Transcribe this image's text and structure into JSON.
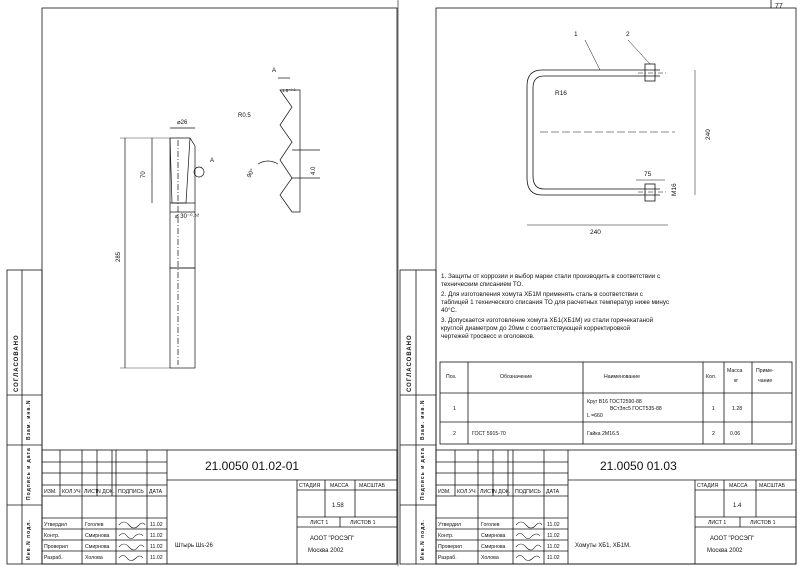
{
  "page_number": "77",
  "left_sheet": {
    "part_number": "21.0050  01.02-01",
    "part_name": "Штырь Шs-26",
    "mass": "1.58",
    "sheet_label": "ЛИСТ 1",
    "sheets_label": "ЛИСТОВ 1",
    "org": "АООТ \"РОСЭП\"",
    "city_year": "Москва  2002",
    "view_label": "A",
    "section_label": "A",
    "dims": {
      "dia_top": "⌀26",
      "len_70": "70",
      "dia_30": "⌀ 30⁻⁰·⁵²",
      "len_285": "285",
      "radius": "R0.5",
      "angle": "90°",
      "pitch": "4.0",
      "gap": "1.5⁺⁰·²"
    }
  },
  "right_sheet": {
    "part_number": "21.0050  01.03",
    "part_name": "Хомуты ХБ1, ХБ1М.",
    "mass": "1.4",
    "sheet_label": "ЛИСТ 1",
    "sheets_label": "ЛИСТОВ 1",
    "org": "АООТ \"РОСЭП\"",
    "city_year": "Москва  2002",
    "callouts": [
      "1",
      "2"
    ],
    "dims": {
      "radius": "R16",
      "height": "240",
      "width": "240",
      "thread_gap": "75",
      "thread": "M16"
    },
    "notes": [
      "1. Защиты от коррозии и выбор марки стали производить в соответствии с",
      "техническим списанием ТО.",
      "2. Для изготовления хомута ХБ1М  применять сталь в соответствии с",
      "таблицей 1 технического списания ТО для расчетных температур ниже минус",
      "40°С.",
      "3. Допускается изготовление хомута ХБ1(ХБ1М) из стали горячекатаной",
      "круглой диаметром до 20мм с соответствующей корректировкой",
      "чертежей тросвесс и оголовков."
    ],
    "table": {
      "headers": [
        "Поз.",
        "Обозначение",
        "Наименование",
        "Кол.",
        "Масса\nкг",
        "Приме-\nчание"
      ],
      "rows": [
        [
          "1",
          "",
          "Круг   В16 ГОСТ2590-88\n         ВСтЗпс5 ГОСТ535-88\nL =660",
          "1",
          "1.28",
          ""
        ],
        [
          "2",
          "ГОСТ 5915-70",
          "Гайка 2М16.5",
          "2",
          "0.06",
          ""
        ]
      ]
    }
  },
  "stamp_labels": {
    "izm": "ИЗМ.",
    "kol": "КОЛ.УЧ",
    "list": "ЛИСТ",
    "ndok": "N ДОК.",
    "podp": "ПОДПИСЬ",
    "data": "ДАТА",
    "stadia": "СТАДИЯ",
    "massa": "МАССА",
    "masshtab": "МАСШТАБ"
  },
  "roles": [
    "Утвердил",
    "Контр.",
    "Проверил",
    "Разраб."
  ],
  "names": [
    "Гоголев",
    "Смирнова",
    "Смирнова",
    "Холова"
  ],
  "dates": [
    "11.02",
    "11.02",
    "11.02",
    "11.02"
  ],
  "side_labels": {
    "agreed": "СОГЛАСОВАНО",
    "inv_vz": "Взам. инв.N",
    "podp_data": "Подпись и дата",
    "inv_podl": "Инв.N подл."
  }
}
